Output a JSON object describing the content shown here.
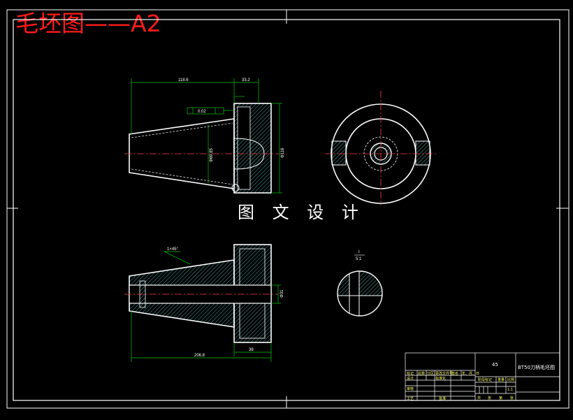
{
  "title_banner": "毛坯图——A2",
  "watermark": "图 文 设 计",
  "dimensions": {
    "top_len": "118.6",
    "top_flange": "33.2",
    "taper_tol": "0.02",
    "dia_a": "Φ69.85",
    "dia_b": "Φ116",
    "bottom_len": "206.8",
    "bottom_flange": "38",
    "bore": "Φ31",
    "chamfer_note": "1×45°"
  },
  "detail": {
    "label": "I",
    "scale": "5:1"
  },
  "title_block": {
    "material": "45",
    "drawing_name": "BT50刀柄毛坯图",
    "scale_value": "1:1",
    "rows": [
      "标记",
      "处数",
      "分区",
      "更改文件号",
      "签名",
      "年、月、日"
    ],
    "design": "设计",
    "standard": "标准化",
    "check": "审核",
    "process": "工艺",
    "approve": "批准",
    "stage_mark": "阶段标记",
    "weight": "重量",
    "ratio": "比例",
    "total": "共",
    "sheet": "张",
    "page": "第",
    "page_sheet": "张"
  },
  "colors": {
    "outline": "#ffffff",
    "hatch": "#4ea5a5",
    "centerline": "#ff3b3b",
    "dimension": "#00c800",
    "title": "#ff1a1a"
  }
}
